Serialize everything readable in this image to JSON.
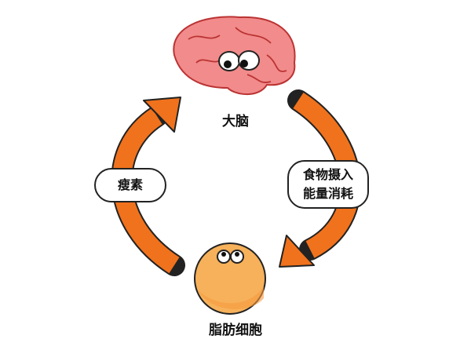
{
  "nodes": {
    "brain": "大脑",
    "fat_cell": "脂肪细胞"
  },
  "edges": {
    "left_label": "瘦素",
    "right_label_line1": "食物摄入",
    "right_label_line2": "能量消耗"
  },
  "colors": {
    "arrow": "#f0721c",
    "brain": "#f08a8a",
    "fat": "#f7b15a"
  }
}
